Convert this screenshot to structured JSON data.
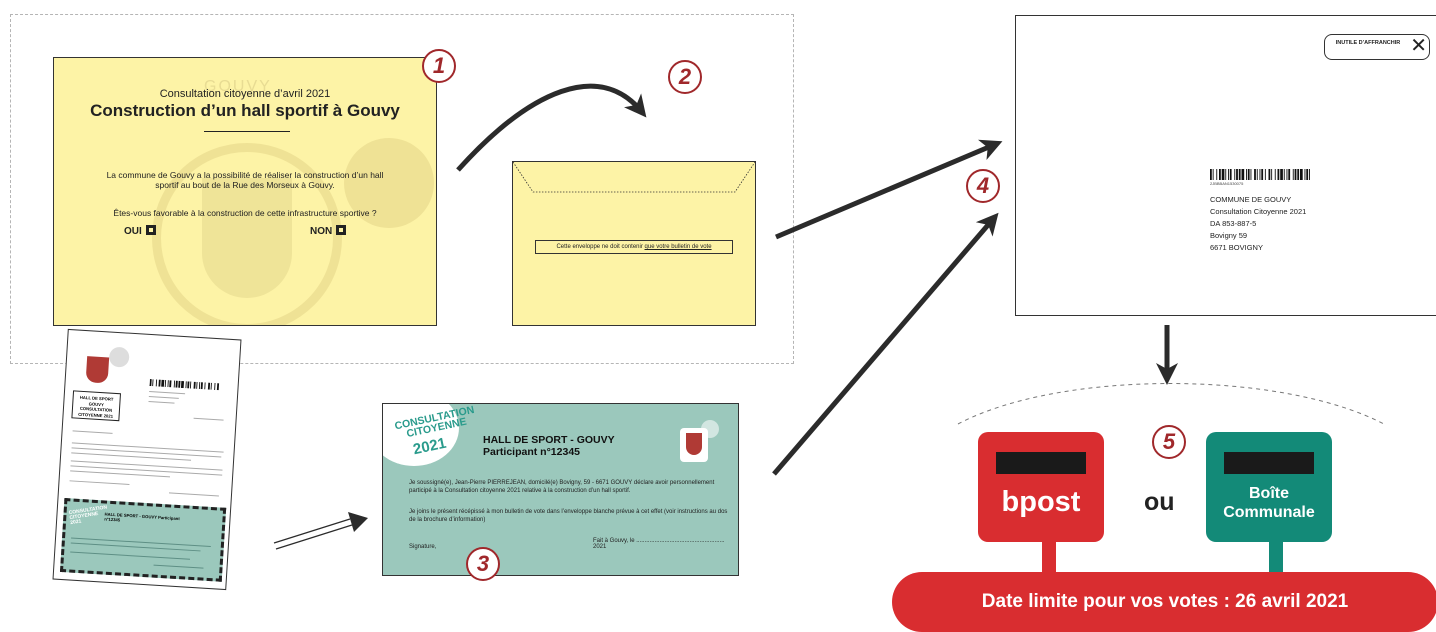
{
  "colors": {
    "ballot_yellow": "#fdf3a6",
    "receipt_green": "#9bc8bc",
    "accent_red": "#a0282b",
    "bpost_red": "#d92d30",
    "communal_green": "#138a78",
    "arrow": "#2b2b2b"
  },
  "steps": [
    "1",
    "2",
    "3",
    "4",
    "5"
  ],
  "ballot": {
    "logo": "GOUVY",
    "subtitle": "Consultation citoyenne d’avril 2021",
    "title": "Construction d’un hall sportif à Gouvy",
    "body": "La commune de Gouvy a la possibilité de réaliser la construction d’un hall sportif au bout de la Rue des Morseux à Gouvy.",
    "question": "Êtes-vous favorable à la construction de cette infrastructure sportive ?",
    "yes_label": "OUI",
    "no_label": "NON"
  },
  "inner_envelope": {
    "label_prefix": "Cette enveloppe ne doit contenir",
    "label_underlined": "que votre bulletin de vote"
  },
  "return_envelope": {
    "stamp_text": "INUTILE D’AFFRANCHIR",
    "barcode_number": "2JBBBAN1530075",
    "address_lines": [
      "COMMUNE DE GOUVY",
      "Consultation Citoyenne 2021",
      "DA 853-887-5",
      "Bovigny 59",
      "6671 BOVIGNY"
    ]
  },
  "letter": {
    "box_text": "HALL DE SPORT GOUVY CONSULTATION CITOYENNE 2021",
    "stub_title": "HALL DE SPORT - GOUVY Participant n°12345",
    "stub_badge": "CONSULTATION CITOYENNE 2021"
  },
  "receipt": {
    "badge_line1": "CONSULTATION",
    "badge_line2": "CITOYENNE",
    "badge_year": "2021",
    "title": "HALL DE SPORT - GOUVY",
    "participant": "Participant n°12345",
    "para1": "Je soussigné(e), Jean-Pierre PIERREJEAN, domicilé(e) Bovigny, 59 - 6671 GOUVY déclare avoir personnellement participé à la Consultation citoyenne 2021 relative à la construction d’un hall sportif.",
    "para2": "Je joins le présent récépissé à mon bulletin de vote dans l’enveloppe blanche prévue à cet effet (voir instructions au dos de la brochure d’information)",
    "place_date": "Fait à Gouvy, le ..................................................... 2021",
    "signature": "Signature,"
  },
  "mailboxes": {
    "bpost_label": "bpost",
    "connector": "ou",
    "communal_line1": "Boîte",
    "communal_line2": "Communale"
  },
  "deadline": "Date limite pour vos votes : 26 avril 2021"
}
